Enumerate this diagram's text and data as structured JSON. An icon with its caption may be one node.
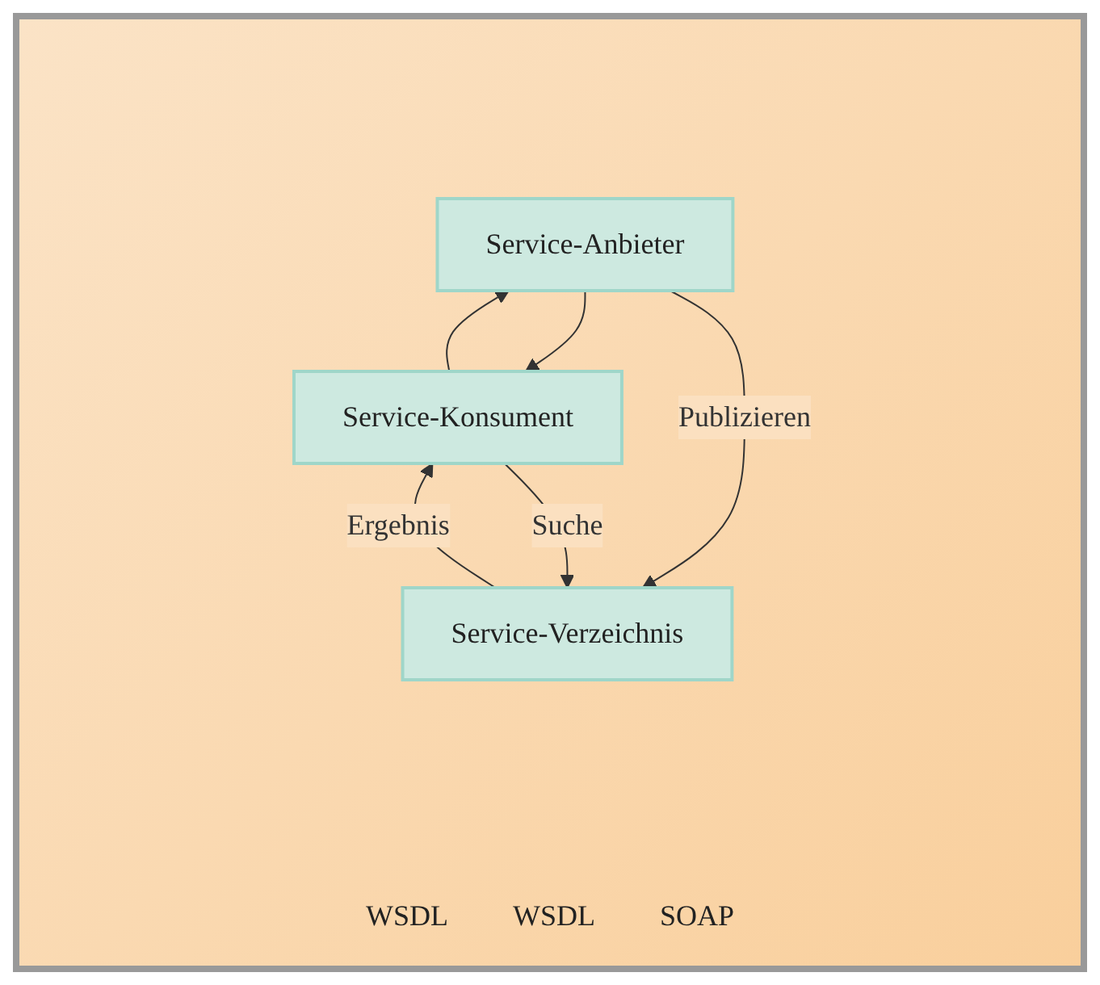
{
  "diagram": {
    "nodes": [
      {
        "text": [
          "Service-Verzeichnis"
        ]
      },
      {
        "text": [
          "Service-Konsument"
        ]
      },
      {
        "text": [
          "Service-Anbieter"
        ]
      }
    ],
    "edges": [
      {
        "from": 1,
        "to": 0,
        "arrow": "to",
        "label": "Suche"
      },
      {
        "from": 0,
        "to": 1,
        "arrow": "to",
        "label": "Ergebnis"
      },
      {
        "from": 2,
        "to": 0,
        "arrow": "to",
        "label": "Publizieren"
      },
      {
        "from": 1,
        "to": 2,
        "arrow": "to"
      },
      {
        "from": 2,
        "to": 1,
        "arrow": "to"
      }
    ],
    "labels": [
      "WSDL",
      "WSDL",
      "SOAP"
    ]
  }
}
